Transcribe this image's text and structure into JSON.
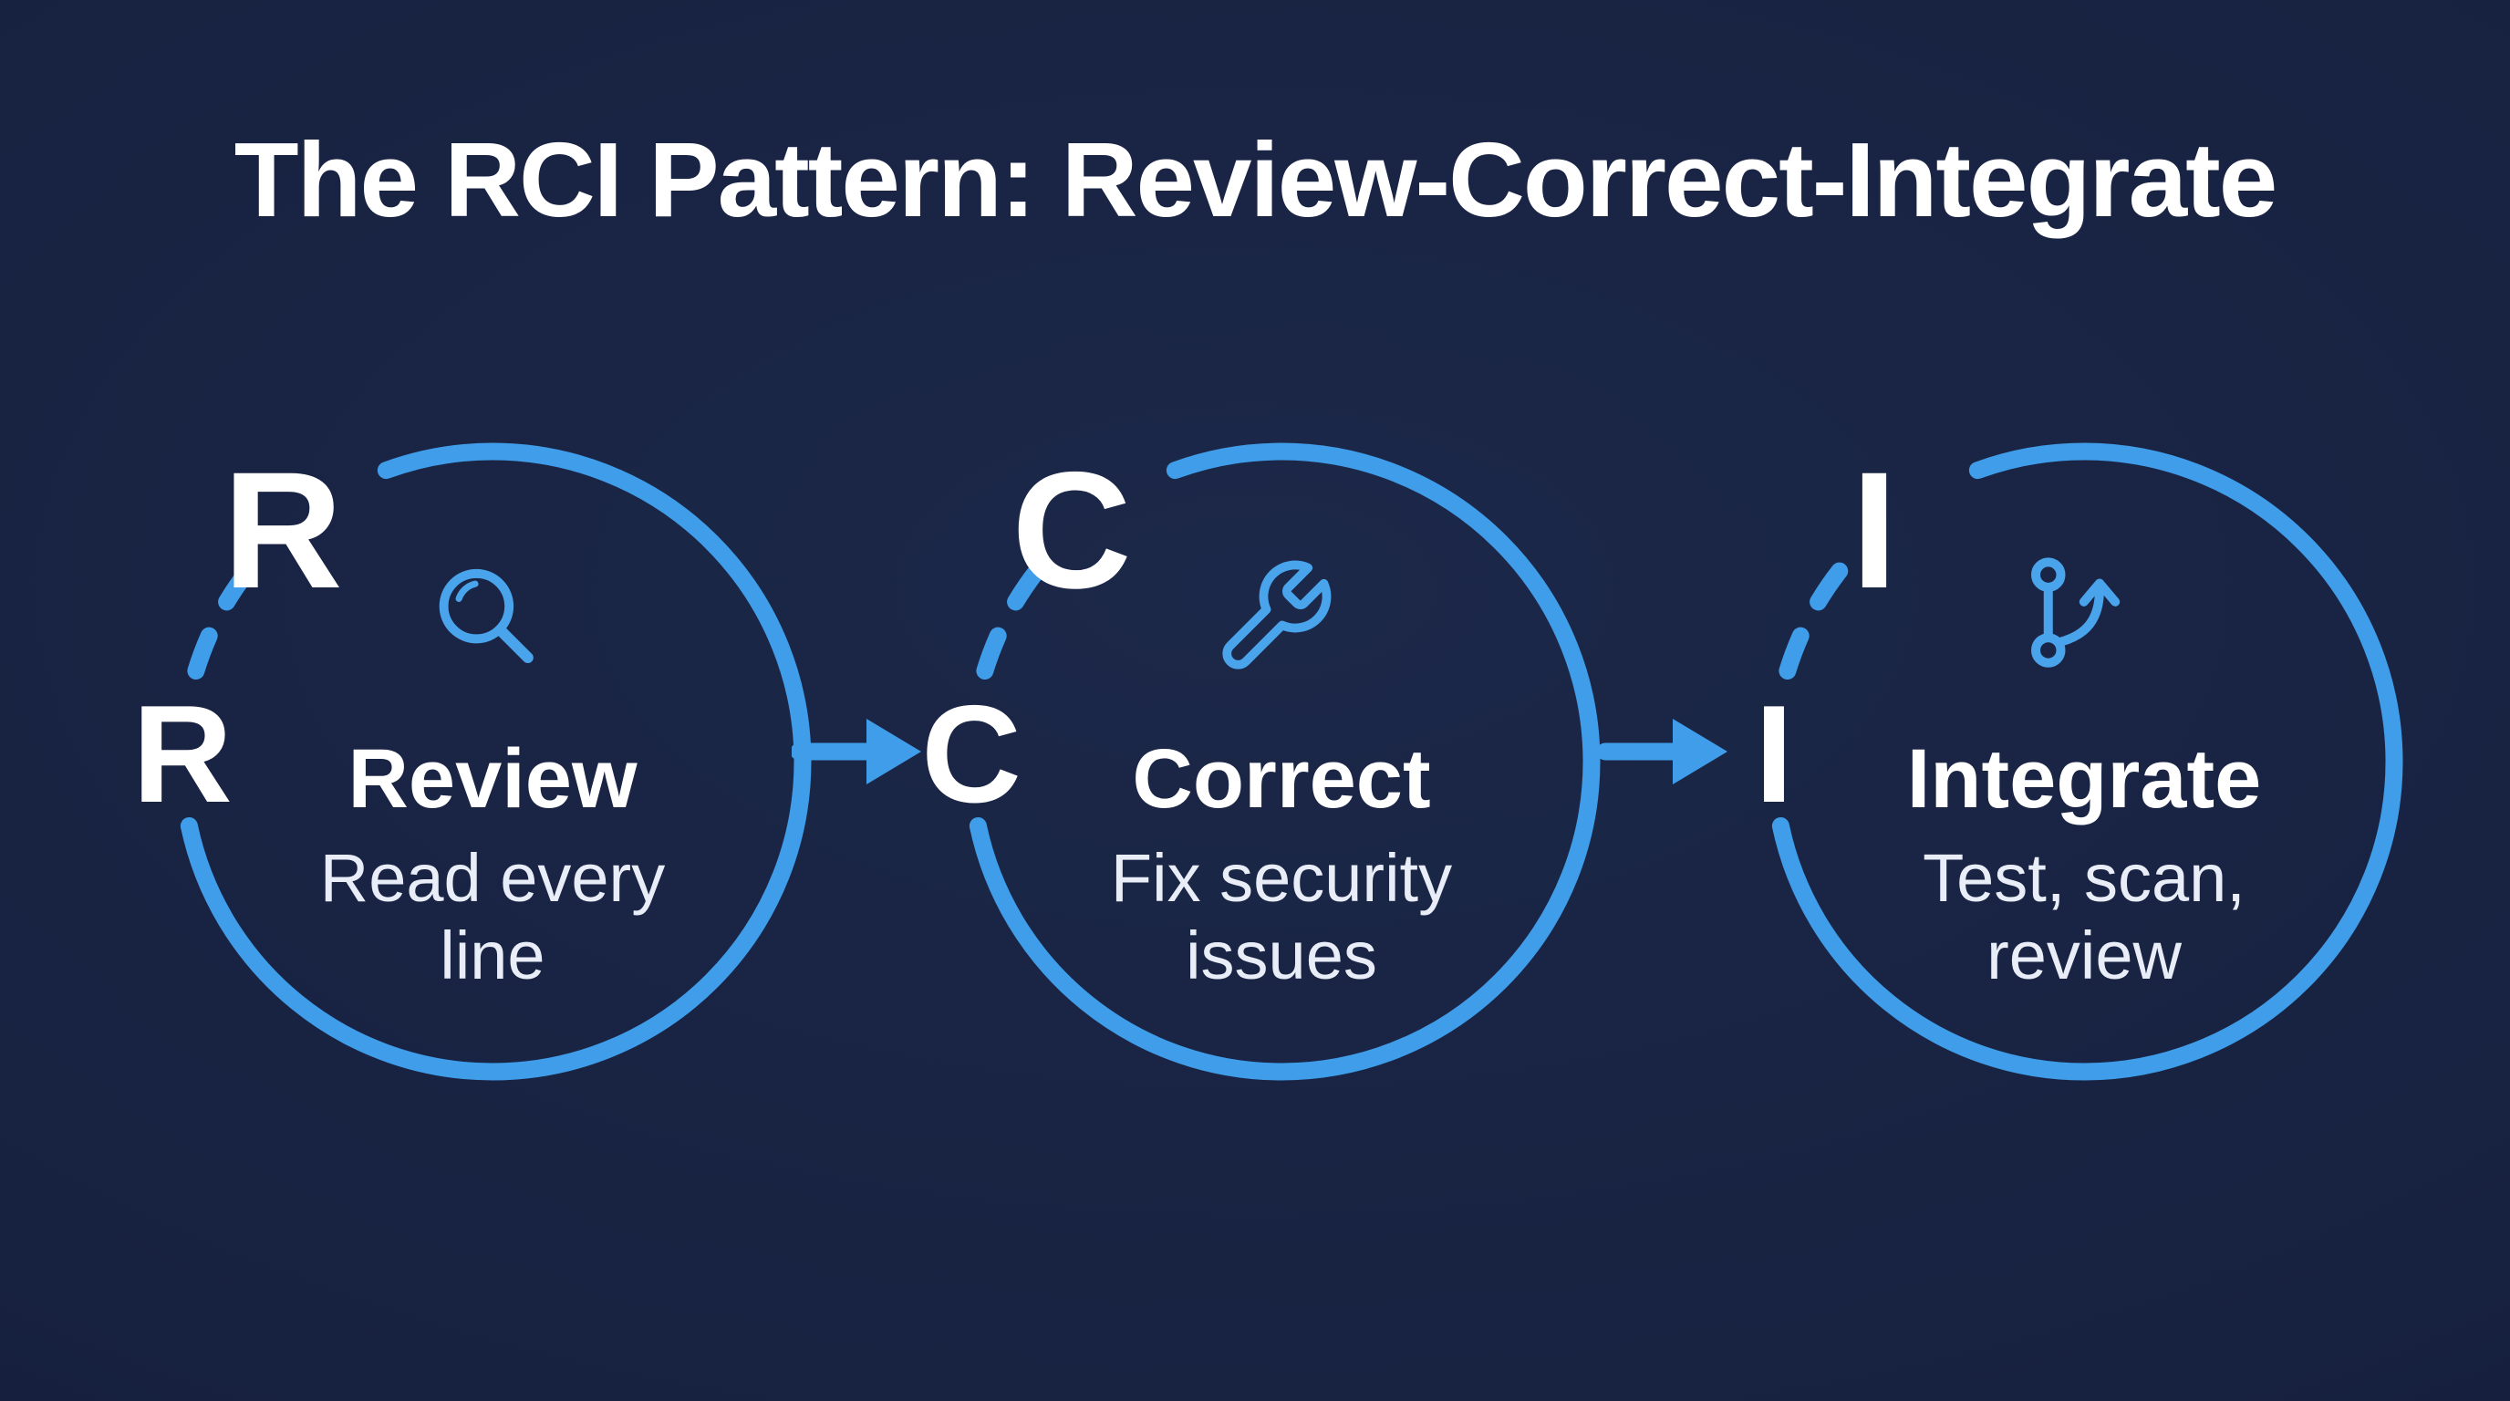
{
  "title": "The RCI Pattern: Review-Correct-Integrate",
  "colors": {
    "background": "#172140",
    "accent_blue": "#3f9de9",
    "icon_blue": "#4aa4ec",
    "text": "#ffffff",
    "subtitle_text": "#e8edf7"
  },
  "steps": [
    {
      "top_letter": "R",
      "side_letter": "R",
      "label": "Review",
      "desc_line1": "Read every",
      "desc_line2": "line",
      "icon": "magnifier-icon"
    },
    {
      "top_letter": "C",
      "side_letter": "C",
      "label": "Correct",
      "desc_line1": "Fix security",
      "desc_line2": "issues",
      "icon": "wrench-icon"
    },
    {
      "top_letter": "I",
      "side_letter": "I",
      "label": "Integrate",
      "desc_line1": "Test, scan,",
      "desc_line2": "review",
      "icon": "branch-arrow-icon"
    }
  ]
}
